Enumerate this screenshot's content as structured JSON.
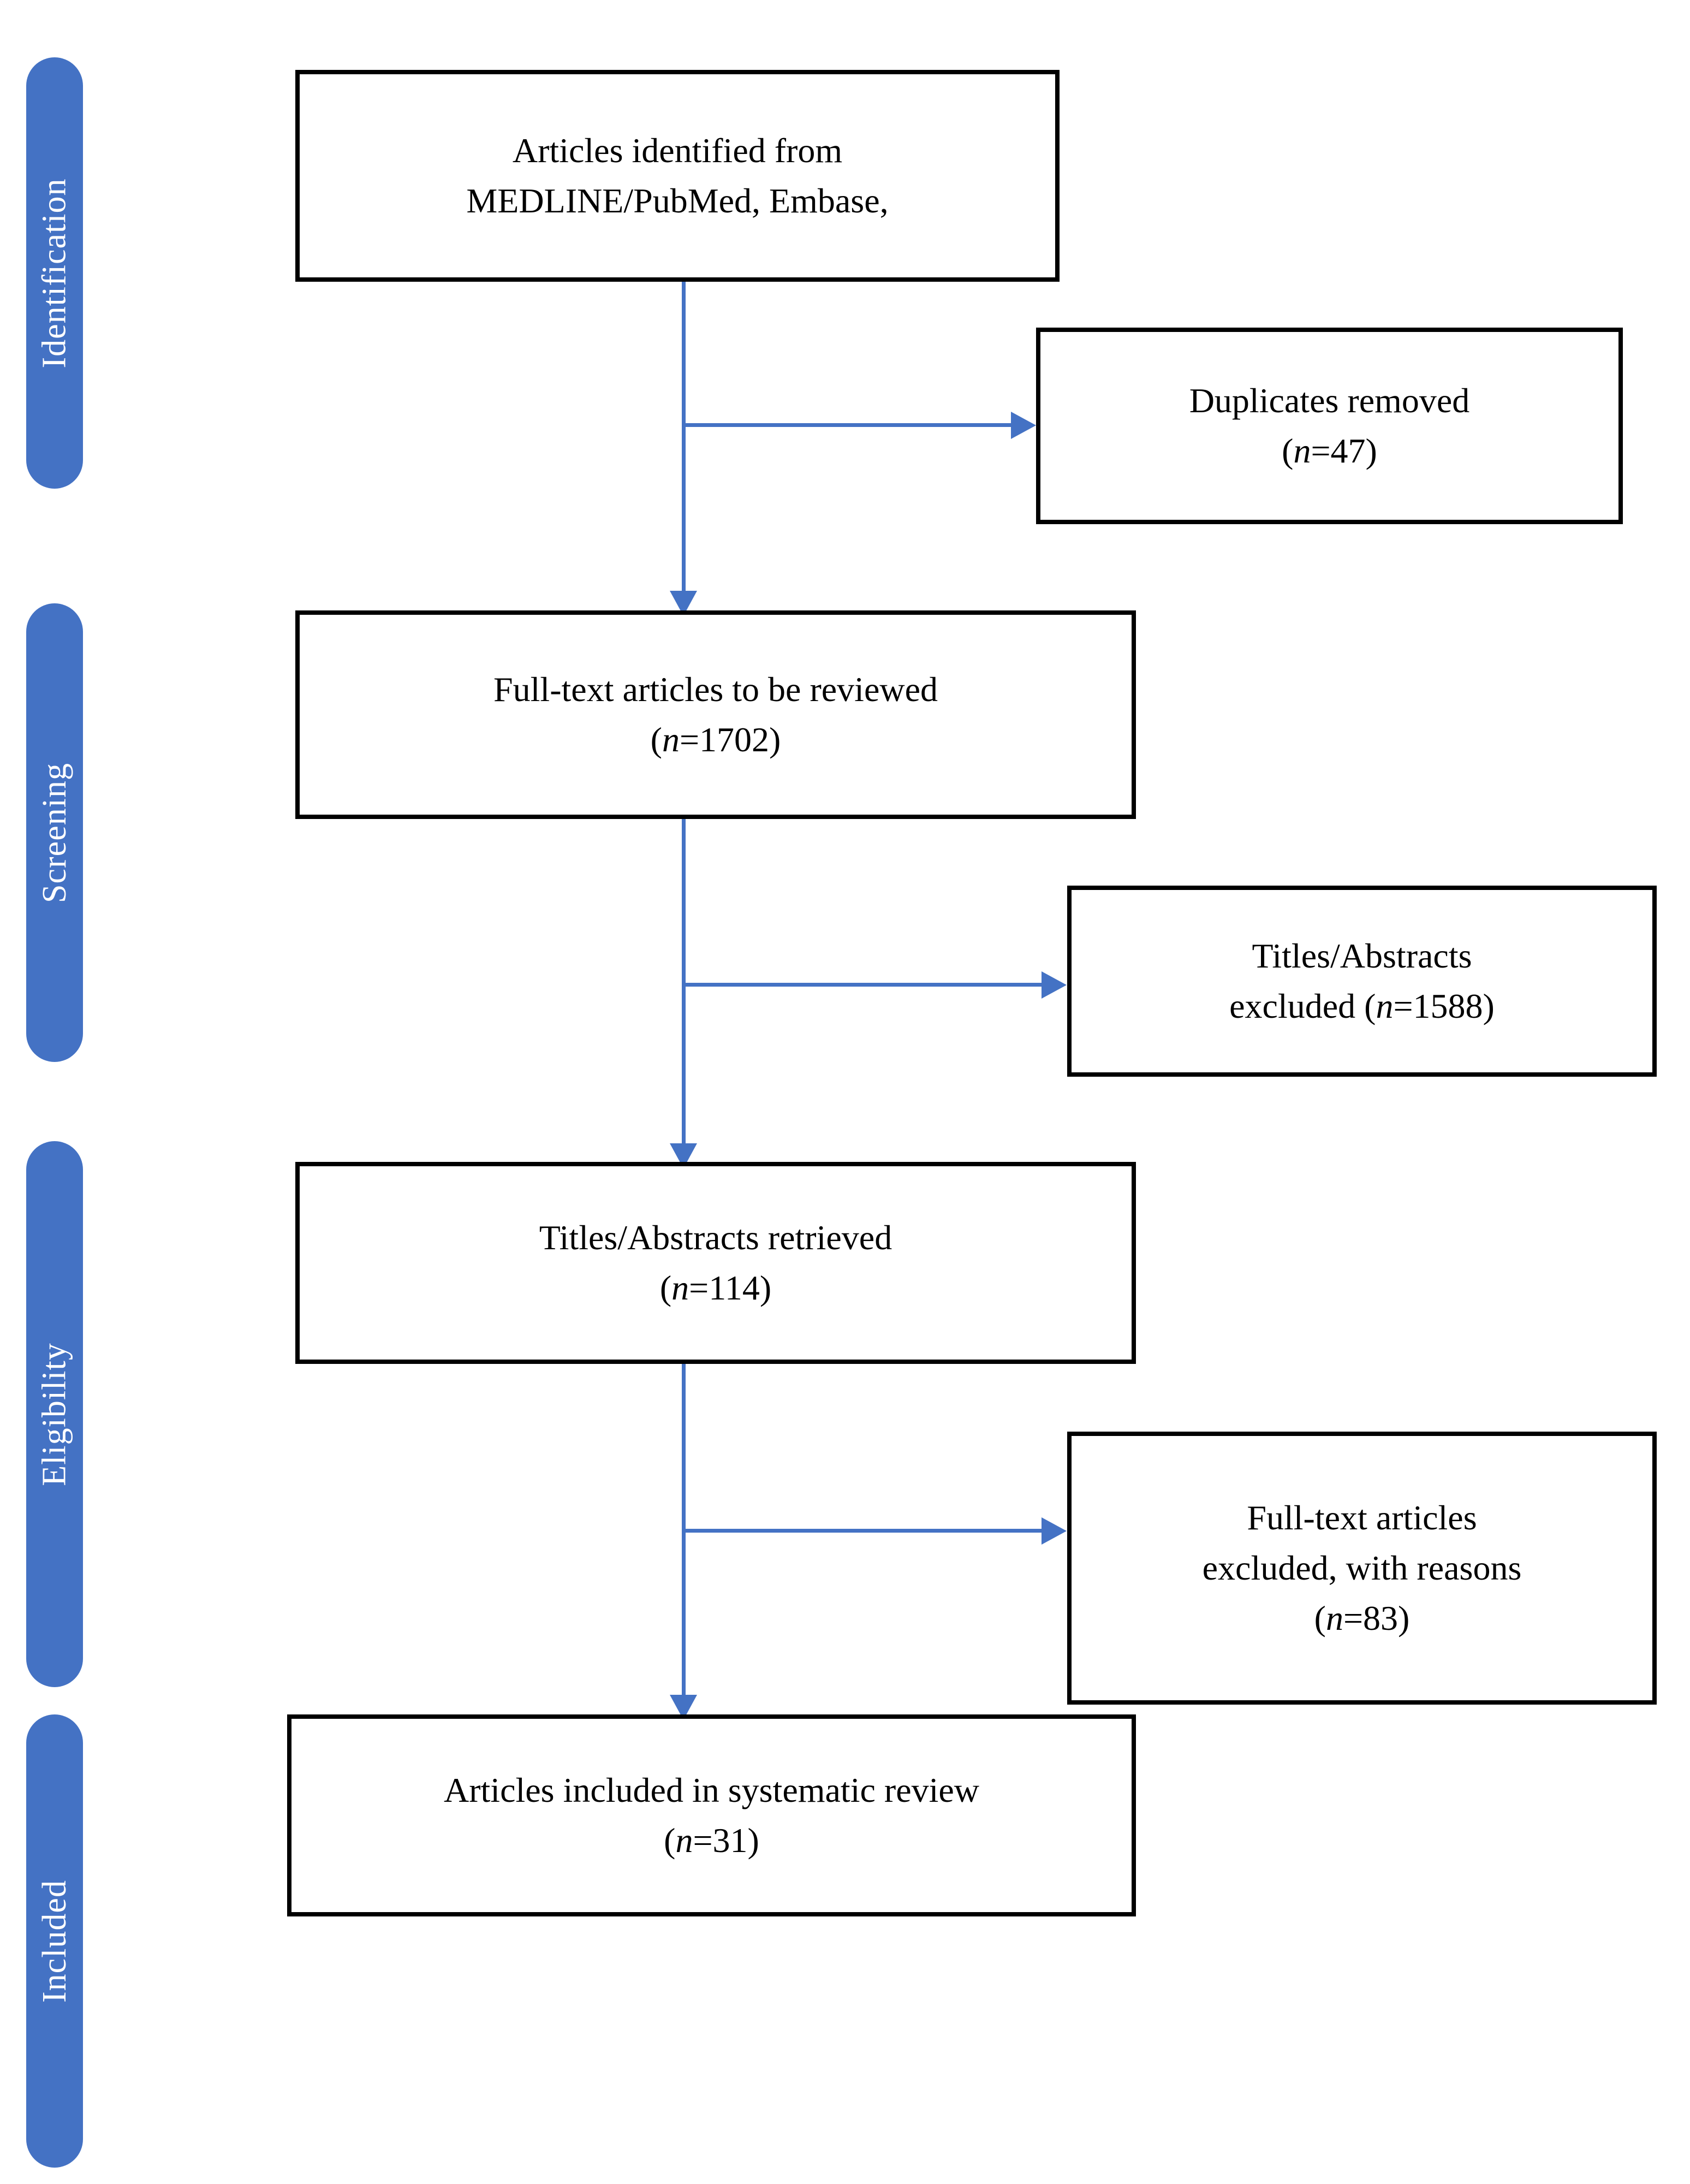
{
  "diagram": {
    "type": "prisma-flow-diagram",
    "accent_color": "#4472C4",
    "box_border_color": "#000000",
    "background_color": "#FFFFFF",
    "stage_label_color": "#FFFFFF"
  },
  "stages": [
    {
      "label": "Identification"
    },
    {
      "label": "Screening"
    },
    {
      "label": "Eligibility"
    },
    {
      "label": "Included"
    }
  ],
  "boxes": {
    "identified": {
      "line1": "Articles identified from",
      "line2": "MEDLINE/PubMed, Embase,"
    },
    "duplicates_removed": {
      "line1": "Duplicates removed",
      "prefix": "(",
      "n_symbol": "n",
      "value": "=47)"
    },
    "fulltext_to_review": {
      "line1": "Full-text articles to be reviewed",
      "prefix": "(",
      "n_symbol": "n",
      "value": "=1702)"
    },
    "titles_excluded": {
      "line1": "Titles/Abstracts",
      "line2_pre": "excluded (",
      "n_symbol": "n",
      "line2_post": "=1588)"
    },
    "titles_retrieved": {
      "line1": "Titles/Abstracts retrieved",
      "prefix": "(",
      "n_symbol": "n",
      "value": "=114)"
    },
    "fulltext_excluded": {
      "line1": "Full-text articles",
      "line2": "excluded, with reasons",
      "prefix": "(",
      "n_symbol": "n",
      "value": "=83)"
    },
    "included_review": {
      "line1": "Articles included in systematic review",
      "prefix": "(",
      "n_symbol": "n",
      "value": "=31)"
    }
  },
  "counts": {
    "duplicates_removed": 47,
    "fulltext_to_review": 1702,
    "titles_abstracts_excluded": 1588,
    "titles_abstracts_retrieved": 114,
    "fulltext_excluded_with_reasons": 83,
    "articles_included_in_systematic_review": 31
  }
}
